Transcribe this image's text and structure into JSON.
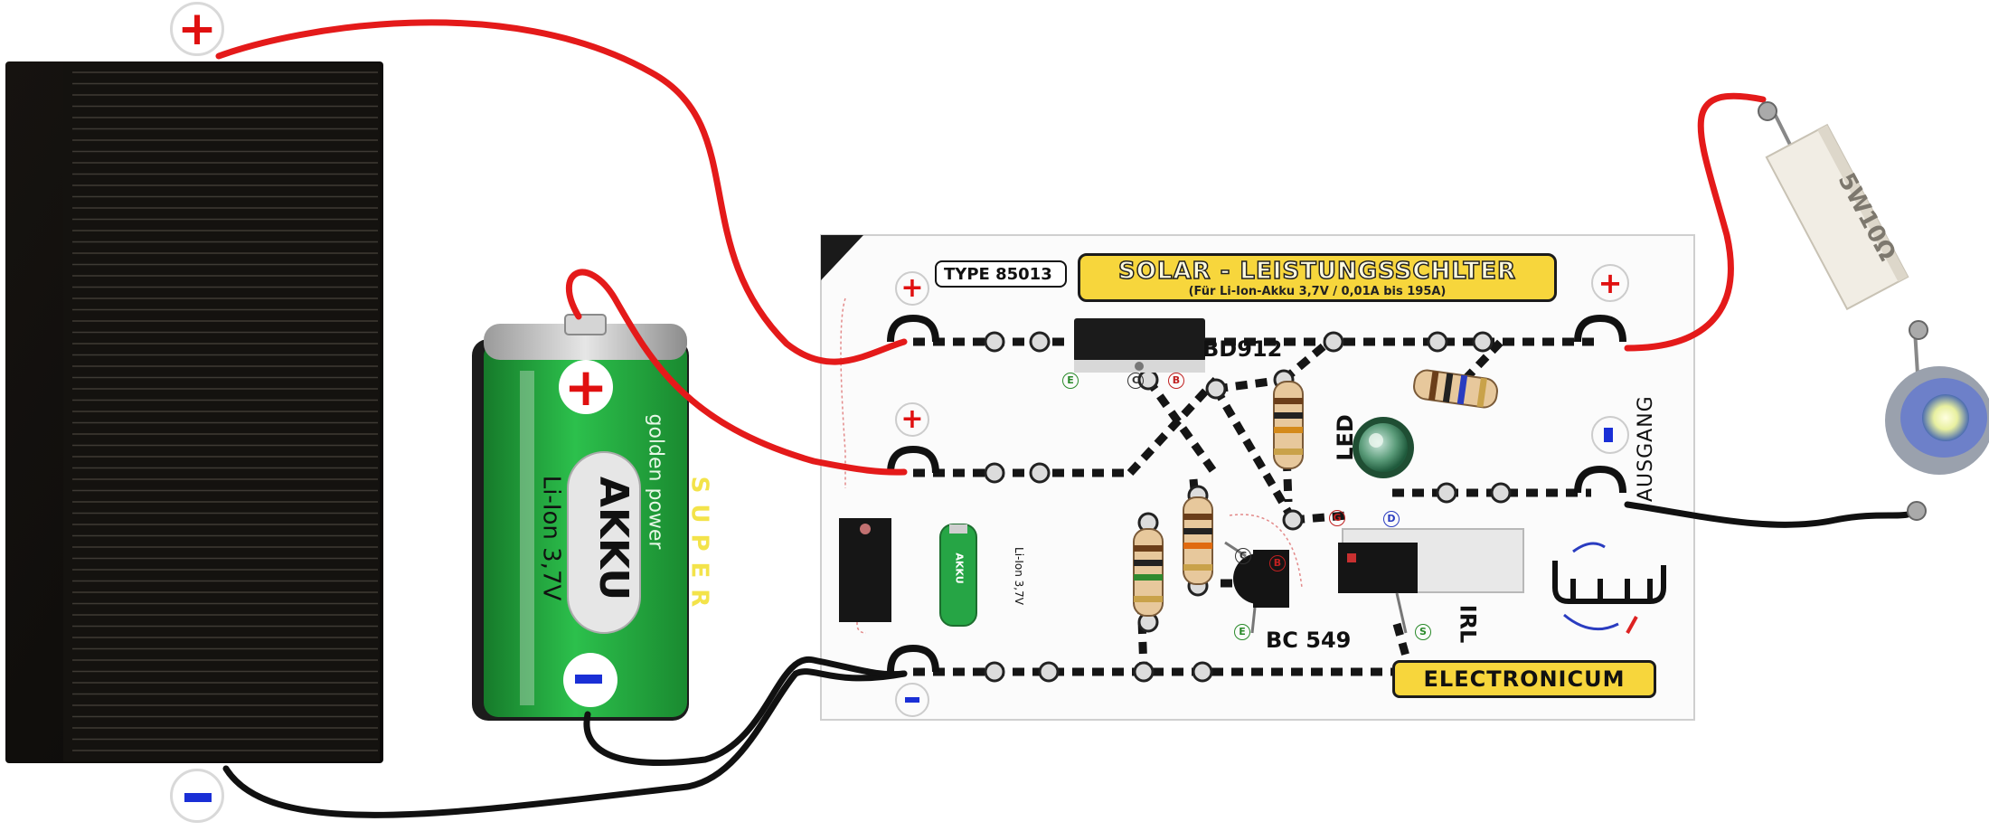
{
  "solar_panel": {
    "plus_sign": "+",
    "minus_sign": "−"
  },
  "battery": {
    "label": "AKKU",
    "type": "Li-Ion 3,7V",
    "brand": "golden power",
    "brand_word": "SUPER",
    "plus_sign": "+",
    "minus_sign": "−"
  },
  "board": {
    "type_label": "TYPE",
    "type_number": "85013",
    "title": "SOLAR - LEISTUNGSSCHLTER",
    "subtitle": "(Für Li-Ion-Akku 3,7V  /  0,01A bis 195A)",
    "brand": "ELECTRONICUM",
    "output_label": "AUSGANG",
    "led_label": "LED",
    "transistor_bd": "BD912",
    "transistor_bc": "BC 549",
    "mosfet": "IRL",
    "small_battery_label": "Li-Ion 3,7V",
    "small_battery_text": "AKKU",
    "pin_b": "B",
    "pin_c": "C",
    "pin_e": "E",
    "pin_g": "G",
    "pin_d": "D",
    "pin_s": "S"
  },
  "load_resistor": {
    "label": "5W10Ω"
  },
  "colors": {
    "red_wire": "#e41a1a",
    "black_wire": "#111111",
    "board_yellow": "#f7d63c",
    "battery_green": "#27a844",
    "plus_red": "#e01010",
    "minus_blue": "#1a2fd6"
  }
}
